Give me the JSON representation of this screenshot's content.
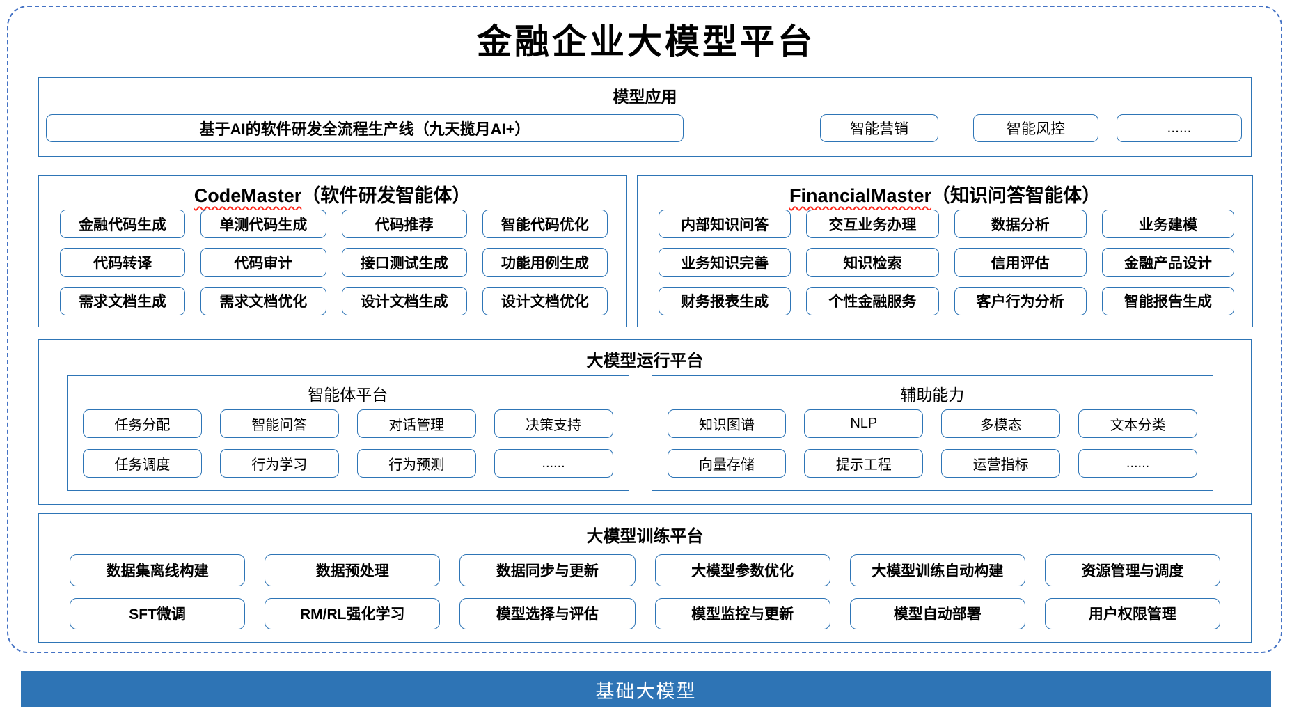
{
  "title": "金融企业大模型平台",
  "colors": {
    "accent_border": "#2E75B6",
    "dashed_frame": "#4472C4",
    "foundation_bar": "#2E74B5",
    "spellcheck_wavy": "#FF2A1E",
    "text": "#000000"
  },
  "model_app": {
    "title": "模型应用",
    "main_item": "基于AI的软件研发全流程生产线（九天揽月AI+）",
    "items": [
      "智能营销",
      "智能风控",
      "......"
    ]
  },
  "agents": [
    {
      "name": "CodeMaster",
      "subtitle": "（软件研发智能体）",
      "items": [
        "金融代码生成",
        "单测代码生成",
        "代码推荐",
        "智能代码优化",
        "代码转译",
        "代码审计",
        "接口测试生成",
        "功能用例生成",
        "需求文档生成",
        "需求文档优化",
        "设计文档生成",
        "设计文档优化"
      ]
    },
    {
      "name": "FinancialMaster",
      "subtitle": "（知识问答智能体）",
      "items": [
        "内部知识问答",
        "交互业务办理",
        "数据分析",
        "业务建模",
        "业务知识完善",
        "知识检索",
        "信用评估",
        "金融产品设计",
        "财务报表生成",
        "个性金融服务",
        "客户行为分析",
        "智能报告生成"
      ]
    }
  ],
  "runtime": {
    "title": "大模型运行平台",
    "groups": [
      {
        "title": "智能体平台",
        "items": [
          "任务分配",
          "智能问答",
          "对话管理",
          "决策支持",
          "任务调度",
          "行为学习",
          "行为预测",
          "......"
        ]
      },
      {
        "title": "辅助能力",
        "items": [
          "知识图谱",
          "NLP",
          "多模态",
          "文本分类",
          "向量存储",
          "提示工程",
          "运营指标",
          "......"
        ]
      }
    ]
  },
  "training": {
    "title": "大模型训练平台",
    "items": [
      "数据集离线构建",
      "数据预处理",
      "数据同步与更新",
      "大模型参数优化",
      "大模型训练自动构建",
      "资源管理与调度",
      "SFT微调",
      "RM/RL强化学习",
      "模型选择与评估",
      "模型监控与更新",
      "模型自动部署",
      "用户权限管理"
    ]
  },
  "foundation": {
    "label": "基础大模型"
  }
}
